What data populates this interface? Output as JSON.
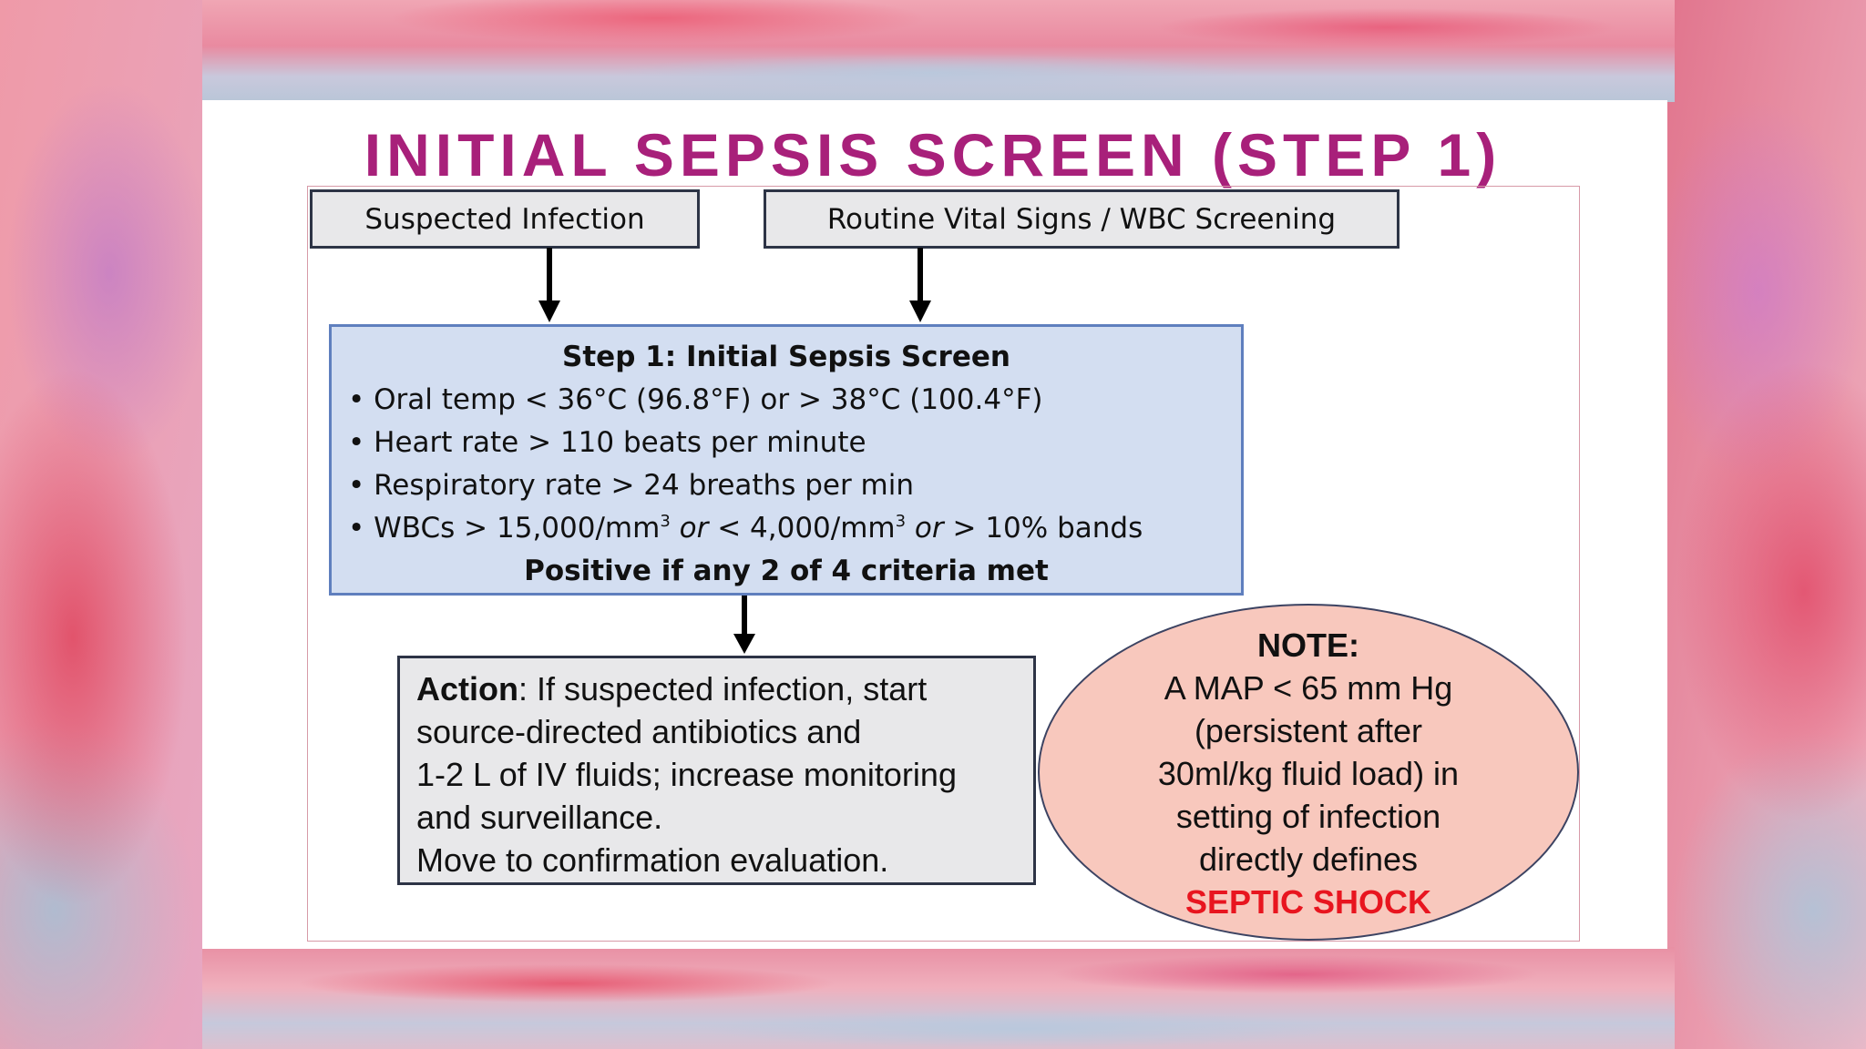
{
  "title": "INITIAL SEPSIS SCREEN (STEP 1)",
  "inputs": {
    "left": "Suspected Infection",
    "right": "Routine Vital Signs / WBC Screening"
  },
  "screen": {
    "heading_bold": "Step 1",
    "heading_rest": ": Initial Sepsis Screen",
    "bullet": "•",
    "criteria": [
      "Oral temp < 36°C (96.8°F) or > 38°C (100.4°F)",
      "Heart rate > 110 beats per minute",
      "Respiratory rate > 24 breaths per min"
    ],
    "wbc": {
      "part1": "WBCs > 15,000/mm",
      "sup1": "3",
      "or1": " or ",
      "part2": "< 4,000/mm",
      "sup2": "3",
      "or2": " or ",
      "part3": "> 10% bands"
    },
    "footer": "Positive if any 2 of 4 criteria met"
  },
  "action": {
    "label": "Action",
    "lines": [
      ": If suspected infection, start",
      "source-directed antibiotics  and",
      "1-2 L of IV fluids; increase monitoring",
      "and surveillance.",
      "Move to confirmation  evaluation."
    ]
  },
  "note": {
    "heading": "NOTE:",
    "lines": [
      "A MAP < 65 mm Hg",
      "(persistent after",
      "30ml/kg fluid load) in",
      "setting of infection",
      "directly defines"
    ],
    "emphasis": "SEPTIC SHOCK"
  },
  "colors": {
    "title": "#a8207a",
    "screen_fill": "#d3def1",
    "screen_border": "#5f7fbe",
    "note_fill": "#f8c8bd",
    "shock": "#e8151f"
  }
}
